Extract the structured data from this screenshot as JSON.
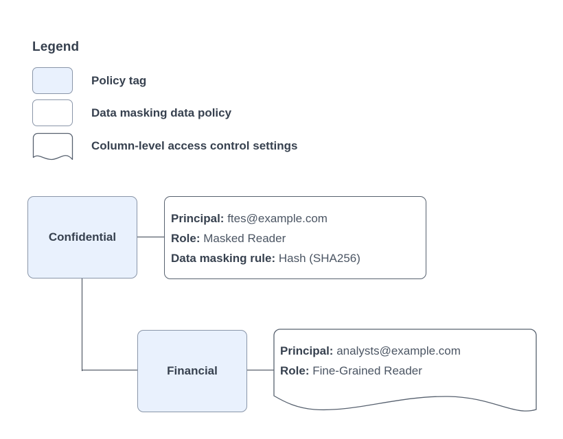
{
  "legend": {
    "title": "Legend",
    "items": [
      {
        "label": "Policy tag",
        "swatch": "rounded-rect-filled-icon"
      },
      {
        "label": "Data masking data policy",
        "swatch": "rounded-rect-outline-icon"
      },
      {
        "label": "Column-level access control settings",
        "swatch": "wavy-bottom-document-icon"
      }
    ]
  },
  "diagram": {
    "nodes": [
      {
        "id": "confidential",
        "label": "Confidential"
      },
      {
        "id": "financial",
        "label": "Financial"
      }
    ],
    "cards": [
      {
        "id": "confidential-policy",
        "lines": [
          {
            "key": "Principal:",
            "value": "ftes@example.com"
          },
          {
            "key": "Role:",
            "value": "Masked Reader"
          },
          {
            "key": "Data masking rule:",
            "value": "Hash (SHA256)"
          }
        ]
      },
      {
        "id": "financial-access",
        "lines": [
          {
            "key": "Principal:",
            "value": "analysts@example.com"
          },
          {
            "key": "Role:",
            "value": "Fine-Grained Reader"
          }
        ]
      }
    ]
  },
  "colors": {
    "node_fill": "#e9f1fd",
    "node_border": "#8995a8",
    "card_border": "#56606e",
    "text": "#37414f",
    "value_text": "#4b5563",
    "connector": "#37414f",
    "background": "#ffffff"
  }
}
